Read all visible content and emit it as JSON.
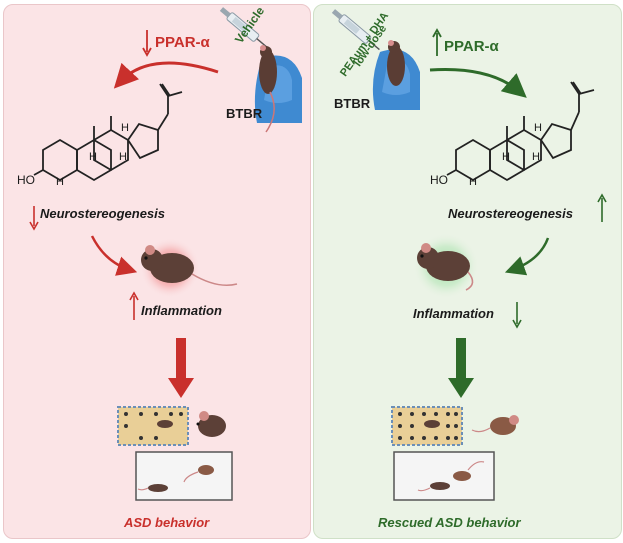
{
  "left": {
    "treatment_label": "Vehicle",
    "strain": "BTBR",
    "ppar_label": "PPAR-α",
    "process_label": "Neurostereogenesis",
    "inflammation_label": "Inflammation",
    "outcome_label": "ASD behavior",
    "molecule_ho": "HO",
    "molecule_h": "H"
  },
  "right": {
    "treatment_label_line1": "low-dose",
    "treatment_label_line2": "PEAum + DHA",
    "strain": "BTBR",
    "ppar_label": "PPAR-α",
    "process_label": "Neurostereogenesis",
    "inflammation_label": "Inflammation",
    "outcome_label": "Rescued ASD behavior",
    "molecule_ho": "HO",
    "molecule_h": "H"
  },
  "colors": {
    "left_bg": "#fbe4e6",
    "right_bg": "#ebf3e6",
    "red_accent": "#c9302c",
    "green_accent": "#2e6b2a"
  }
}
